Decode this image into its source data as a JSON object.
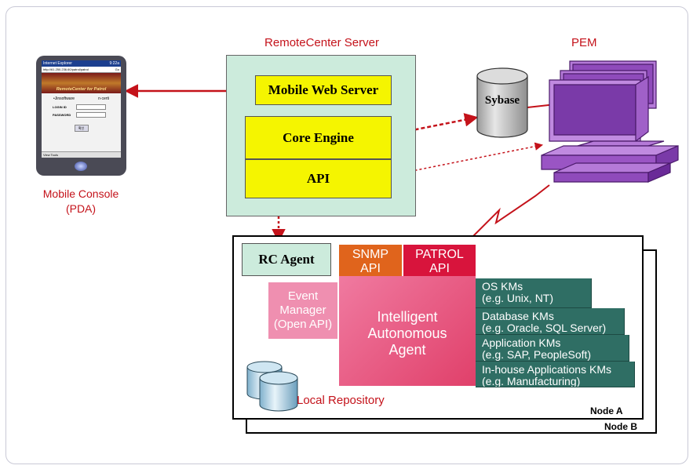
{
  "server": {
    "title": "RemoteCenter Server",
    "mobile_web_server": "Mobile Web Server",
    "core_engine": "Core Engine",
    "api": "API"
  },
  "pem": {
    "label": "PEM"
  },
  "sybase": {
    "label": "Sybase"
  },
  "mobile_console": {
    "line1": "Mobile Console",
    "line2": "(PDA)"
  },
  "pda": {
    "title": "Internet Explorer",
    "time": "9:22a",
    "address": "http://61.250.236.60/patrol/patrol",
    "go": "Go",
    "banner": "RemoteCenter for Patrol",
    "brand1": "•Jinsoftware",
    "brand2": "n·certi",
    "login_label": "LOGIN ID",
    "password_label": "PASSWORD",
    "button": "확인",
    "footer": "View Tools"
  },
  "node": {
    "rc_agent": "RC Agent",
    "snmp_api": [
      "SNMP",
      "API"
    ],
    "patrol_api": [
      "PATROL",
      "API"
    ],
    "event_manager": [
      "Event",
      "Manager",
      "(Open API)"
    ],
    "agent": [
      "Intelligent",
      "Autonomous",
      "Agent"
    ],
    "kms": [
      {
        "line1": "OS KMs",
        "line2": "(e.g. Unix, NT)"
      },
      {
        "line1": "Database KMs",
        "line2": "(e.g. Oracle, SQL Server)"
      },
      {
        "line1": "Application KMs",
        "line2": "(e.g. SAP, PeopleSoft)"
      },
      {
        "line1": "In-house Applications KMs",
        "line2": "(e.g. Manufacturing)"
      }
    ],
    "local_repository": "Local Repository",
    "node_a": "Node A",
    "node_b": "Node B"
  },
  "colors": {
    "red": "#c4121a",
    "server_bg": "#ccebdc",
    "yellow": "#f5f500",
    "km": "#2f6e64",
    "agent": "#e8537a",
    "event": "#ef8fb0",
    "snmp": "#e0641c",
    "patrol": "#d8143c",
    "pem_purple": "#a35fd0"
  }
}
